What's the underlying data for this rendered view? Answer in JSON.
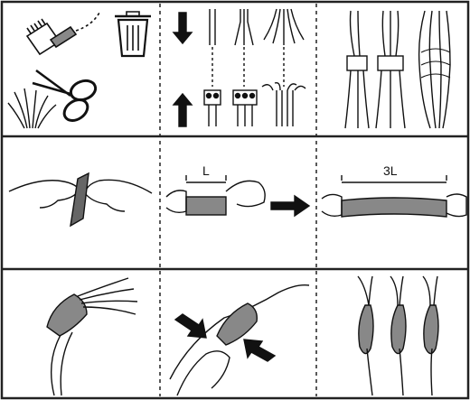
{
  "diagram": {
    "panels": [
      {
        "row": 1,
        "col": 1,
        "name": "tools-cleanup"
      },
      {
        "row": 1,
        "col": 2,
        "name": "insert-wires-into-connectors"
      },
      {
        "row": 1,
        "col": 3,
        "name": "connected-wire-bundles"
      },
      {
        "row": 2,
        "col": 1,
        "name": "peel-tape-backing"
      },
      {
        "row": 2,
        "col": 2,
        "name": "tape-length-l"
      },
      {
        "row": 2,
        "col": 3,
        "name": "stretch-to-3l"
      },
      {
        "row": 3,
        "col": 1,
        "name": "wrap-start"
      },
      {
        "row": 3,
        "col": 2,
        "name": "press-wrap"
      },
      {
        "row": 3,
        "col": 3,
        "name": "finished-wraps"
      }
    ],
    "labels": {
      "tape_length": "L",
      "stretched_length": "3L"
    }
  }
}
